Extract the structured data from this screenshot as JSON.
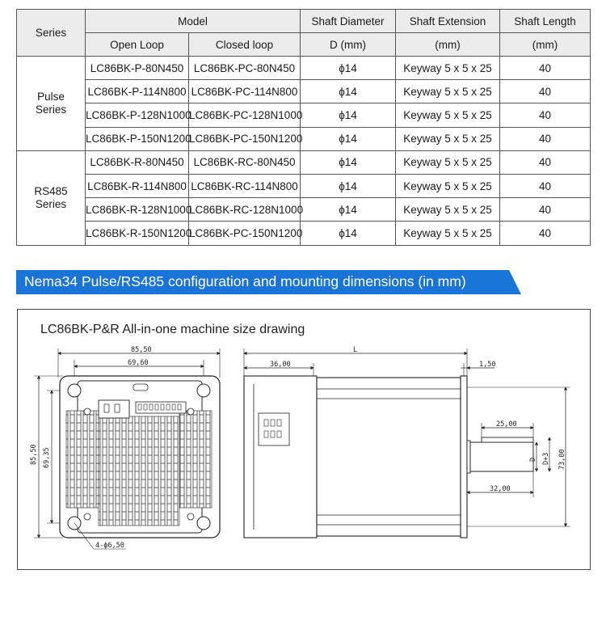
{
  "table": {
    "headers": {
      "series": "Series",
      "model": "Model",
      "shaft_diameter": "Shaft Diameter",
      "shaft_extension": "Shaft Extension",
      "shaft_length": "Shaft Length",
      "open_loop": "Open Loop",
      "closed_loop": "Closed loop",
      "diameter_unit": "D (mm)",
      "extension_unit": "(mm)",
      "length_unit": "(mm)"
    },
    "groups": [
      {
        "series_line1": "Pulse",
        "series_line2": "Series",
        "rows": [
          {
            "open": "LC86BK-P-80N450",
            "closed": "LC86BK-PC-80N450",
            "diameter": "ϕ14",
            "extension": "Keyway 5 x 5 x 25",
            "length": "40"
          },
          {
            "open": "LC86BK-P-114N800",
            "closed": "LC86BK-PC-114N800",
            "diameter": "ϕ14",
            "extension": "Keyway 5 x 5 x 25",
            "length": "40"
          },
          {
            "open": "LC86BK-P-128N1000",
            "closed": "LC86BK-PC-128N1000",
            "diameter": "ϕ14",
            "extension": "Keyway 5 x 5 x 25",
            "length": "40"
          },
          {
            "open": "LC86BK-P-150N1200",
            "closed": "LC86BK-PC-150N1200",
            "diameter": "ϕ14",
            "extension": "Keyway 5 x 5 x 25",
            "length": "40"
          }
        ]
      },
      {
        "series_line1": "RS485",
        "series_line2": "Series",
        "rows": [
          {
            "open": "LC86BK-R-80N450",
            "closed": "LC86BK-RC-80N450",
            "diameter": "ϕ14",
            "extension": "Keyway 5 x 5 x 25",
            "length": "40"
          },
          {
            "open": "LC86BK-R-114N800",
            "closed": "LC86BK-RC-114N800",
            "diameter": "ϕ14",
            "extension": "Keyway 5 x 5 x 25",
            "length": "40"
          },
          {
            "open": "LC86BK-R-128N1000",
            "closed": "LC86BK-RC-128N1000",
            "diameter": "ϕ14",
            "extension": "Keyway 5 x 5 x 25",
            "length": "40"
          },
          {
            "open": "LC86BK-R-150N1200",
            "closed": "LC86BK-PC-150N1200",
            "diameter": "ϕ14",
            "extension": "Keyway 5 x 5 x 25",
            "length": "40"
          }
        ]
      }
    ]
  },
  "banner": {
    "text": "Nema34 Pulse/RS485 configuration and mounting dimensions (in mm)",
    "color": "#1a74d8"
  },
  "drawing": {
    "title": "LC86BK-P&R All-in-one machine size drawing",
    "front_dims": {
      "width_outer": "85,50",
      "width_holes": "69,60",
      "height_outer": "85,50",
      "height_holes": "69,35",
      "holes": "4-ϕ6,50"
    },
    "side_dims": {
      "length": "L",
      "driver": "36,00",
      "flange": "1,50",
      "keyway": "25,00",
      "shaft_length": "32,00",
      "shaft_d": "D",
      "shaft_d_plus": "D+3",
      "pilot": "73,00"
    }
  }
}
